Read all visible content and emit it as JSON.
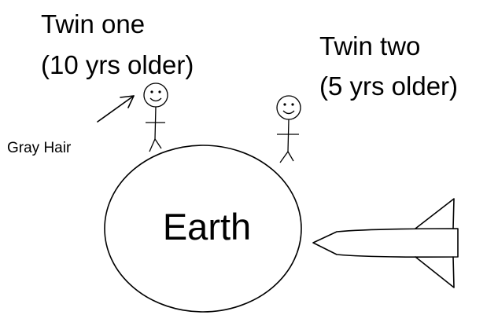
{
  "twin_one": {
    "line1": "Twin one",
    "line2": "(10 yrs older)",
    "note": "Gray Hair"
  },
  "twin_two": {
    "line1": "Twin two",
    "line2": "(5 yrs older)"
  },
  "earth": {
    "label": "Earth"
  }
}
